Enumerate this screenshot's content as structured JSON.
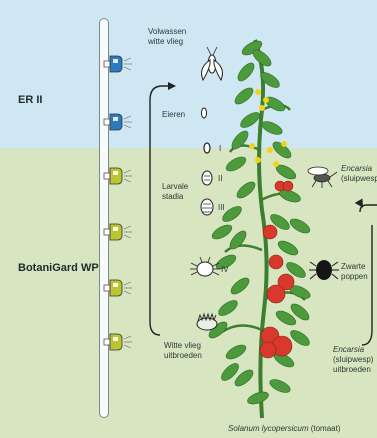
{
  "products": {
    "top": "ER II",
    "bottom": "BotaniGard WP"
  },
  "lifecycle": {
    "adult_whitefly": [
      "Volwassen",
      "witte vlieg"
    ],
    "eggs": "Eieren",
    "larval_stages": [
      "Larvale",
      "stadia"
    ],
    "stage_labels": [
      "I",
      "II",
      "III",
      "IV"
    ],
    "emergence": [
      "Witte vlieg",
      "uitbroeden"
    ]
  },
  "parasitoid": {
    "encarsia_1": [
      "Encarsia",
      "(sluipwesp)"
    ],
    "black_pupae": [
      "Zwarte",
      "poppen"
    ],
    "encarsia_2": [
      "Encarsia",
      "(sluipwesp)",
      "uitbroeden"
    ]
  },
  "caption": "Solanum lycopersicum (tomaat)",
  "sprayers": [
    {
      "product": "ER II",
      "color": "#2b7bc2"
    },
    {
      "product": "ER II",
      "color": "#2b7bc2"
    },
    {
      "product": "BotaniGard WP",
      "color": "#b9c531"
    },
    {
      "product": "BotaniGard WP",
      "color": "#b9c531"
    },
    {
      "product": "BotaniGard WP",
      "color": "#b9c531"
    },
    {
      "product": "BotaniGard WP",
      "color": "#b9c531"
    }
  ],
  "colors": {
    "sky": "#cfe7f3",
    "field": "#d7e5c1",
    "leaf": "#4c9a3b",
    "tomato": "#d9392c",
    "flower": "#f2d21b"
  }
}
